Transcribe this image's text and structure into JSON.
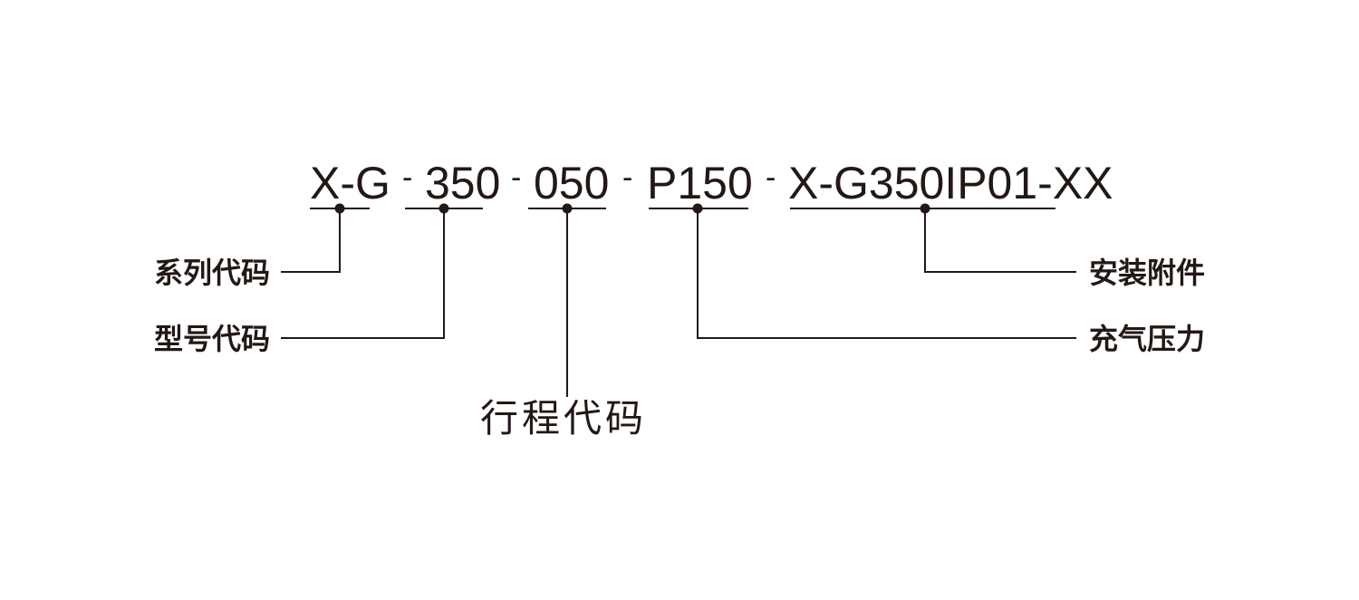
{
  "code": {
    "segments": {
      "series": "X-G",
      "model": "350",
      "stroke": "050",
      "pressure": "P150",
      "accessory": "X-G350IP01-XX"
    },
    "separator": "-"
  },
  "labels": {
    "series": "系列代码",
    "model": "型号代码",
    "stroke": "行程代码",
    "pressure": "充气压力",
    "accessory": "安装附件"
  }
}
